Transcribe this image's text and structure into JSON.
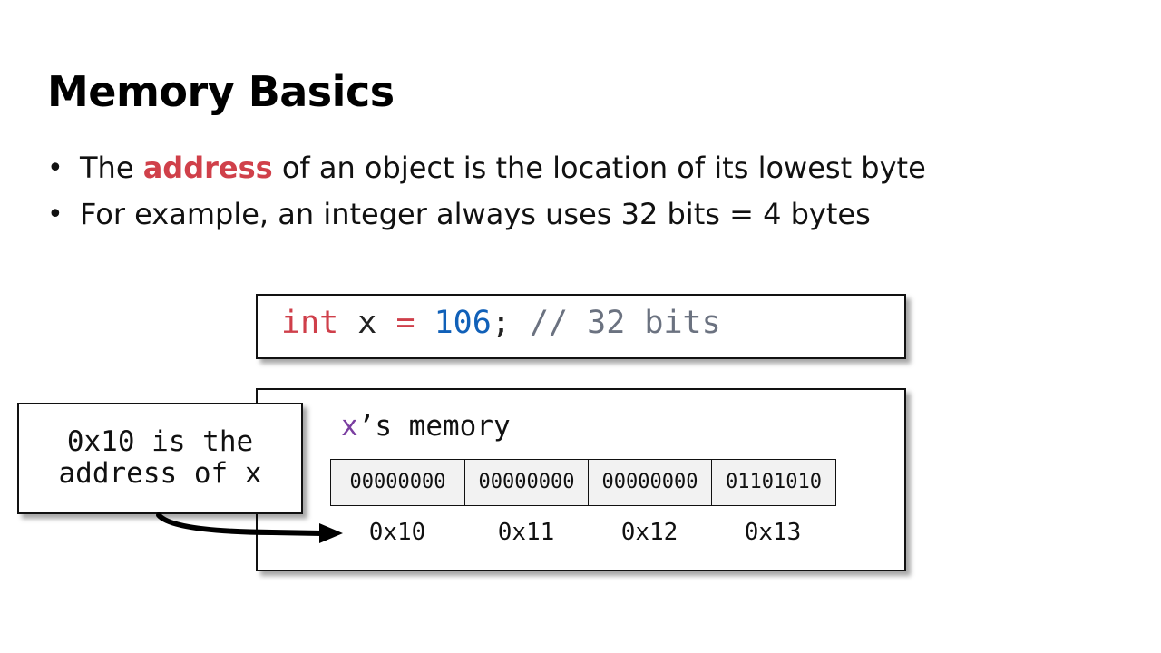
{
  "slide": {
    "title": "Memory Basics",
    "bullets": [
      {
        "before": "The ",
        "highlight": "address",
        "after": " of an object is the location of its lowest byte"
      },
      {
        "text": "For example, an integer always uses 32 bits = 4 bytes"
      }
    ],
    "bullet_glyph": "•"
  },
  "code": {
    "keyword": "int",
    "name": " x ",
    "assign": "=",
    "value": " 106",
    "semicolon": ";",
    "comment": " // 32 bits"
  },
  "memory": {
    "var": "x",
    "label_suffix": "’s memory",
    "bytes": [
      "00000000",
      "00000000",
      "00000000",
      "01101010"
    ],
    "addresses": [
      "0x10",
      "0x11",
      "0x12",
      "0x13"
    ]
  },
  "callout": {
    "text": "0x10 is the\naddress of x"
  },
  "colors": {
    "highlight": "#d0404a",
    "keyword": "#cf3f4a",
    "number": "#1060b8",
    "comment": "#6b7280",
    "var": "#7a3ea0",
    "cell_bg": "#f2f2f2"
  }
}
